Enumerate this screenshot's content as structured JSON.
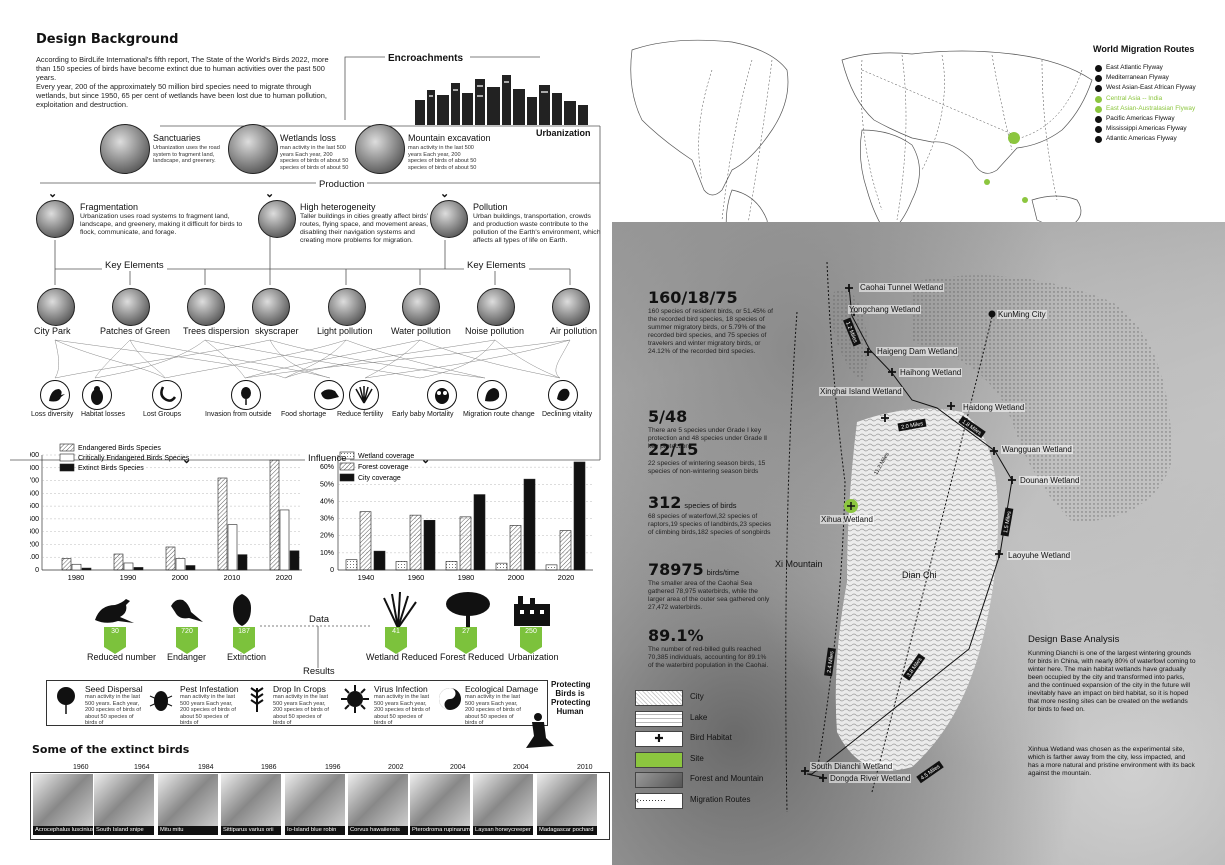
{
  "design_background": {
    "title": "Design Background",
    "para1": "According to BirdLife International's fifth report, The State of the World's Birds 2022, more than 150 species of birds have become extinct due to human activities over the past 500 years.",
    "para2": "Every year, 200 of the approximately 50 million bird species need to migrate through wetlands, but since 1950, 65 per cent of wetlands have been lost due to human pollution, exploitation and destruction."
  },
  "flow": {
    "encroachments": "Encroachments",
    "urbanization": "Urbanization",
    "production": "Production",
    "key_elements_left": "Key Elements",
    "key_elements_right": "Key Elements",
    "influence": "Influence",
    "data": "Data",
    "results": "Results",
    "top_items": [
      {
        "title": "Sanctuaries",
        "text": "Urbanization uses the road system to fragment land, landscape, and greenery."
      },
      {
        "title": "Wetlands loss",
        "text": "man activity in the last 500 years Each year, 200 species of birds of about 50 species of birds of about 50"
      },
      {
        "title": "Mountain  excavation",
        "text": "man activity in the last 500 years Each year, 200 species of birds of about 50 species of birds of about 50"
      }
    ],
    "production_items": [
      {
        "title": "Fragmentation",
        "text": "Urbanization uses road systems to fragment land, landscape, and greenery, making it difficult for birds to flock, communicate, and forage."
      },
      {
        "title": "High heterogeneity",
        "text": "Taller buildings in cities greatly affect birds' routes, flying space, and movement areas, disabling their navigation systems and creating more problems for migration."
      },
      {
        "title": "Pollution",
        "text": "Urban buildings, transportation, crowds and production waste contribute to the pollution of the Earth's environment, which affects all types of life on Earth."
      }
    ],
    "key_elements": [
      "City Park",
      "Patches of Green",
      "Trees dispersion",
      "skyscraper",
      "Light pollution",
      "Water pollution",
      "Noise pollution",
      "Air pollution"
    ],
    "impacts": [
      "Loss diversity",
      "Habitat losses",
      "Lost Groups",
      "Invasion from outside",
      "Food shortage",
      "Reduce fertility",
      "Early baby Mortality",
      "Migration route change",
      "Declining vitality"
    ]
  },
  "chart_data": [
    {
      "type": "bar",
      "categories": [
        "1980",
        "1990",
        "2000",
        "2010",
        "2020"
      ],
      "series": [
        {
          "name": "Endangered Birds Species",
          "values": [
            90,
            125,
            180,
            720,
            860
          ]
        },
        {
          "name": "Critically Endangered Birds Species",
          "values": [
            45,
            55,
            90,
            355,
            470
          ]
        },
        {
          "name": "Extinct Birds Species",
          "values": [
            15,
            20,
            35,
            120,
            150
          ]
        }
      ],
      "ylim": [
        0,
        900
      ],
      "yticks": [
        "0",
        "100",
        "200",
        "300",
        "400",
        "500",
        "600",
        "700",
        "800",
        "900"
      ]
    },
    {
      "type": "bar",
      "categories": [
        "1940",
        "1960",
        "1980",
        "2000",
        "2020"
      ],
      "series": [
        {
          "name": "Wetland coverage",
          "values": [
            6,
            5,
            5,
            4,
            3
          ]
        },
        {
          "name": "Forest coverage",
          "values": [
            34,
            32,
            31,
            26,
            23
          ]
        },
        {
          "name": "City coverage",
          "values": [
            11,
            29,
            44,
            53,
            63
          ]
        }
      ],
      "ylim": [
        0,
        70
      ],
      "yticks": [
        "0",
        "10%",
        "20%",
        "30%",
        "40%",
        "50%",
        "60%"
      ]
    }
  ],
  "data_items": [
    {
      "value": "30",
      "label": "Reduced number"
    },
    {
      "value": "720",
      "label": "Endanger"
    },
    {
      "value": "187",
      "label": "Extinction"
    },
    {
      "value": "41",
      "label": "Wetland Reduced"
    },
    {
      "value": "27",
      "label": "Forest Reduced"
    },
    {
      "value": "250",
      "label": "Urbanization"
    }
  ],
  "results": [
    {
      "title": "Seed Dispersal",
      "text": "man activity in the last 500 years. Each year, 200 species of birds of about 50 species of birds of"
    },
    {
      "title": "Pest Infestation",
      "text": "man activity in the last 500 years Each year, 200 species of birds of about 50 species of birds of"
    },
    {
      "title": "Drop In Crops",
      "text": "man activity in the last 500 years Each year, 200 species of birds of about 50 species of birds of"
    },
    {
      "title": "Virus Infection",
      "text": "man activity in the last 500 years Each year, 200 species of birds of about 50 species of birds of"
    },
    {
      "title": "Ecological Damage",
      "text": "man activity in the last 500 years Each year, 200 species of birds of about 50 species of birds of"
    }
  ],
  "protecting": "Protecting Birds is Protecting Human",
  "extinct": {
    "title": "Some of the  extinct birds",
    "birds": [
      {
        "year": "1960",
        "name": "Acrocephalus luscinius"
      },
      {
        "year": "1964",
        "name": "South Island snipe"
      },
      {
        "year": "1984",
        "name": "Mitu mitu"
      },
      {
        "year": "1986",
        "name": "Sittiparus varius orii"
      },
      {
        "year": "1996",
        "name": "Io-Island blue robin"
      },
      {
        "year": "2002",
        "name": "Corvus hawaiiensis"
      },
      {
        "year": "2004",
        "name": "Pterodroma rupinarum"
      },
      {
        "year": "2004",
        "name": "Laysan honeycreeper"
      },
      {
        "year": "2010",
        "name": "Madagascar pochard"
      }
    ]
  },
  "migration": {
    "title": "World Migration Routes",
    "routes": [
      {
        "name": "East Atlantic Flyway",
        "color": "#111111"
      },
      {
        "name": "Mediterranean Flyway",
        "color": "#111111"
      },
      {
        "name": "West Asian-East African Flyway",
        "color": "#111111"
      },
      {
        "name": "Central Asia -- India",
        "color": "#8cc63f"
      },
      {
        "name": "East Asian-Australasian Flyway",
        "color": "#8cc63f"
      },
      {
        "name": "Pacific Americas Flyway",
        "color": "#111111"
      },
      {
        "name": "Mississippi Americas Flyway",
        "color": "#111111"
      },
      {
        "name": "Atlantic Americas Flyway",
        "color": "#111111"
      }
    ]
  },
  "stats": [
    {
      "big": "160/18/75",
      "unit": "",
      "text": "160 species of resident birds, or 51.45% of the recorded bird species, 18 species of summer migratory birds, or 5.79% of the recorded bird species, and 75 species of travelers and winter migratory birds, or 24.12% of the recorded bird species."
    },
    {
      "big": "5/48",
      "unit": "",
      "text": "There are 5 species under Grade Ⅰ key protection and 48 species under Grade Ⅱ key protection."
    },
    {
      "big": "22/15",
      "unit": "",
      "text": "22 species of wintering season birds, 15 species of non-wintering season birds"
    },
    {
      "big": "312",
      "unit": "species of birds",
      "text": "68 species of waterfowl,32 species of raptors,19 species of landbirds,23 species of climbing birds,182 species of songbirds"
    },
    {
      "big": "78975",
      "unit": "birds/time",
      "text": "The smaller area of the Caohai Sea gathered 78,975 waterbirds, while the larger area of the outer sea gathered only 27,472 waterbirds."
    },
    {
      "big": "89.1%",
      "unit": "",
      "text": "The number of red-billed gulls reached 70,385 individuals, accounting for 89.1% of the waterbird population in the Caohai."
    }
  ],
  "wetlands": [
    "Caohai Tunnel Wetland",
    "Yongchang Wetland",
    "Haigeng Dam Wetland",
    "Haihong Wetland",
    "Xinghai Island Wetland",
    "Haidong Wetland",
    "Wangguan Wetland",
    "Dounan Wetland",
    "Xihua Wetland",
    "Laoyuhe Wetland",
    "South Dianchi Wetland",
    "Dongda River Wetland"
  ],
  "places": {
    "kunming": "KunMing City",
    "xi_mountain": "Xi Mountain",
    "dian_chi": "Dian Chi"
  },
  "map_legend": [
    "City",
    "Lake",
    "Bird Habitat",
    "Site",
    "Forest and Mountain",
    "Migration Routes"
  ],
  "distances": [
    "1.2 Miles",
    "1.8 Miles",
    "2.0 Miles",
    "1.5 Miles",
    "11.2 Miles",
    "2.4 Miles",
    "3.8 Miles",
    "4.5 Miles"
  ],
  "analysis": {
    "title": "Design Base Analysis",
    "p1": "Kunming Dianchi is one of the largest wintering grounds for birds in China, with nearly 80% of waterfowl coming to winter here. The main habitat wetlands have gradually been occupied by the city and transformed into parks, and the continued expansion of the city in the future will inevitably have an impact on bird habitat, so it is hoped that more nesting sites can be created on the wetlands for birds to feed on.",
    "p2": "Xinhua Wetland was chosen as the experimental site, which is farther away from the city, less impacted, and has a more natural and pristine environment with its back against the mountain."
  },
  "colors": {
    "accent": "#8cc63f",
    "dark": "#111111"
  }
}
